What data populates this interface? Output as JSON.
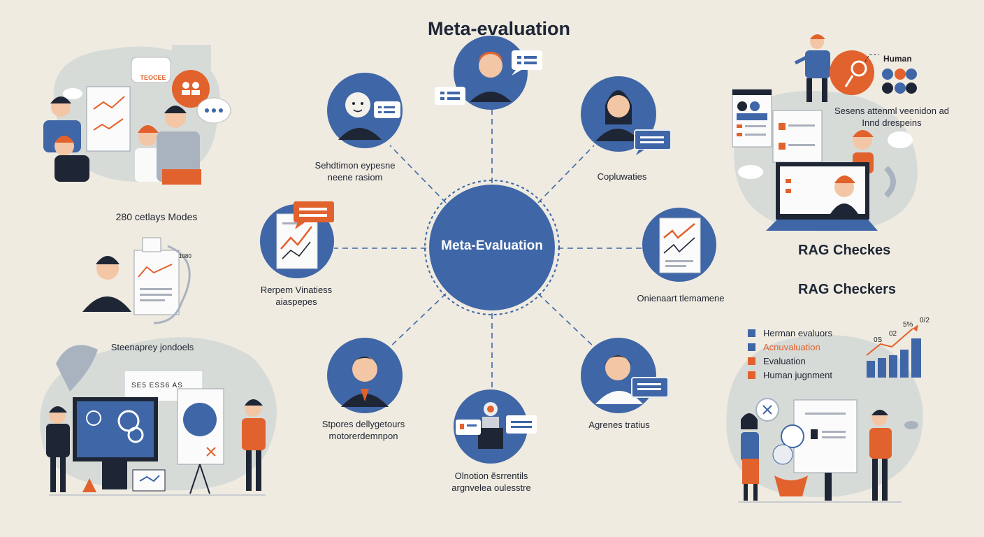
{
  "title": "Meta-evaluation",
  "center_label": "Meta-Evaluation",
  "colors": {
    "blue": "#3f66a6",
    "orange": "#e2622d",
    "cream": "#efebe1",
    "mist": "#d7dbd8",
    "dark": "#1e2635"
  },
  "nodes": [
    {
      "id": "top",
      "label": ""
    },
    {
      "id": "top-left",
      "label": "Sehdtimon eypesne\nneene rasiom"
    },
    {
      "id": "top-right",
      "label": "Copluwaties"
    },
    {
      "id": "left",
      "label": "Rerpem Vinatiess\naiaspepes"
    },
    {
      "id": "right",
      "label": "Onienaart tlemamene"
    },
    {
      "id": "bottom-left",
      "label": "Stpores dellygetours\nmotorerdemnpon"
    },
    {
      "id": "bottom",
      "label": "Olnotion ẽsrrentils\nargnvelea oulesstre"
    },
    {
      "id": "bottom-right",
      "label": "Agrenes tratius"
    }
  ],
  "left_panel": {
    "bubble_text": "TEOCEE",
    "caption_models": "280 cetlays Modes",
    "doc_number": "1080",
    "caption_bottom": "Steenaprey jondoels",
    "screen_text": "SE5 ESS6 AS"
  },
  "right_panel": {
    "human_label": "Human",
    "caption_top": "Sesens attenml veenidon ad\nInnd drespeins",
    "heading_1": "RAG Checkes",
    "heading_2": "RAG Checkers",
    "legend": [
      {
        "label": "Herman evaluors",
        "color": "#3f66a6",
        "text_color": "#1f2430"
      },
      {
        "label": "Acnuvaluation",
        "color": "#3f66a6",
        "text_color": "#e2622d"
      },
      {
        "label": "Evaluation",
        "color": "#e2622d",
        "text_color": "#1f2430"
      },
      {
        "label": "Human jugnment",
        "color": "#e2622d",
        "text_color": "#1f2430"
      }
    ],
    "chart_labels": [
      "0S",
      "02",
      "5%",
      "0/2"
    ]
  }
}
